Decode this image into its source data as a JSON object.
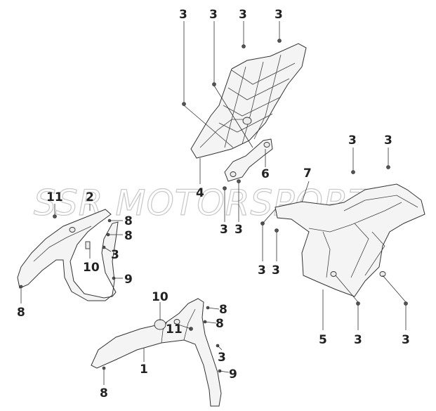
{
  "watermark": "SSR MOTORSPORTS",
  "callouts": {
    "c1": "1",
    "c2": "2",
    "c3": "3",
    "c4": "4",
    "c5": "5",
    "c6": "6",
    "c7": "7",
    "c8": "8",
    "c9": "9",
    "c10": "10",
    "c11": "11"
  }
}
